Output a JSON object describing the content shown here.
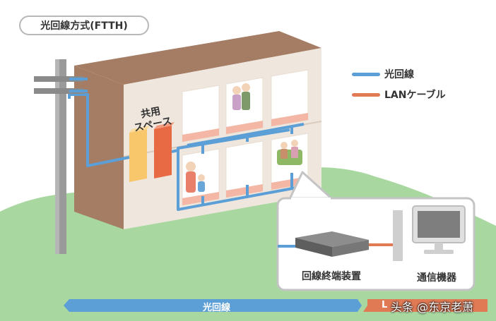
{
  "title": "光回線方式(FTTH)",
  "legend": [
    {
      "label": "光回線",
      "color": "#5b9fd6"
    },
    {
      "label": "LANケーブル",
      "color": "#e07a55"
    }
  ],
  "shared_space_label_line1": "共用",
  "shared_space_label_line2": "スペース",
  "zoom": {
    "onu_label": "回線終端装置",
    "pc_label": "通信機器"
  },
  "bottom_bar": {
    "fiber_label": "光回線",
    "lan_label": "L"
  },
  "watermark": "头条 @东京老萧",
  "colors": {
    "fiber": "#5b9fd6",
    "lan": "#e07a55",
    "grass": "#a8d8a0",
    "wall_front": "#efe6dd",
    "wall_side": "#a57d65",
    "roof": "#a57d65"
  }
}
